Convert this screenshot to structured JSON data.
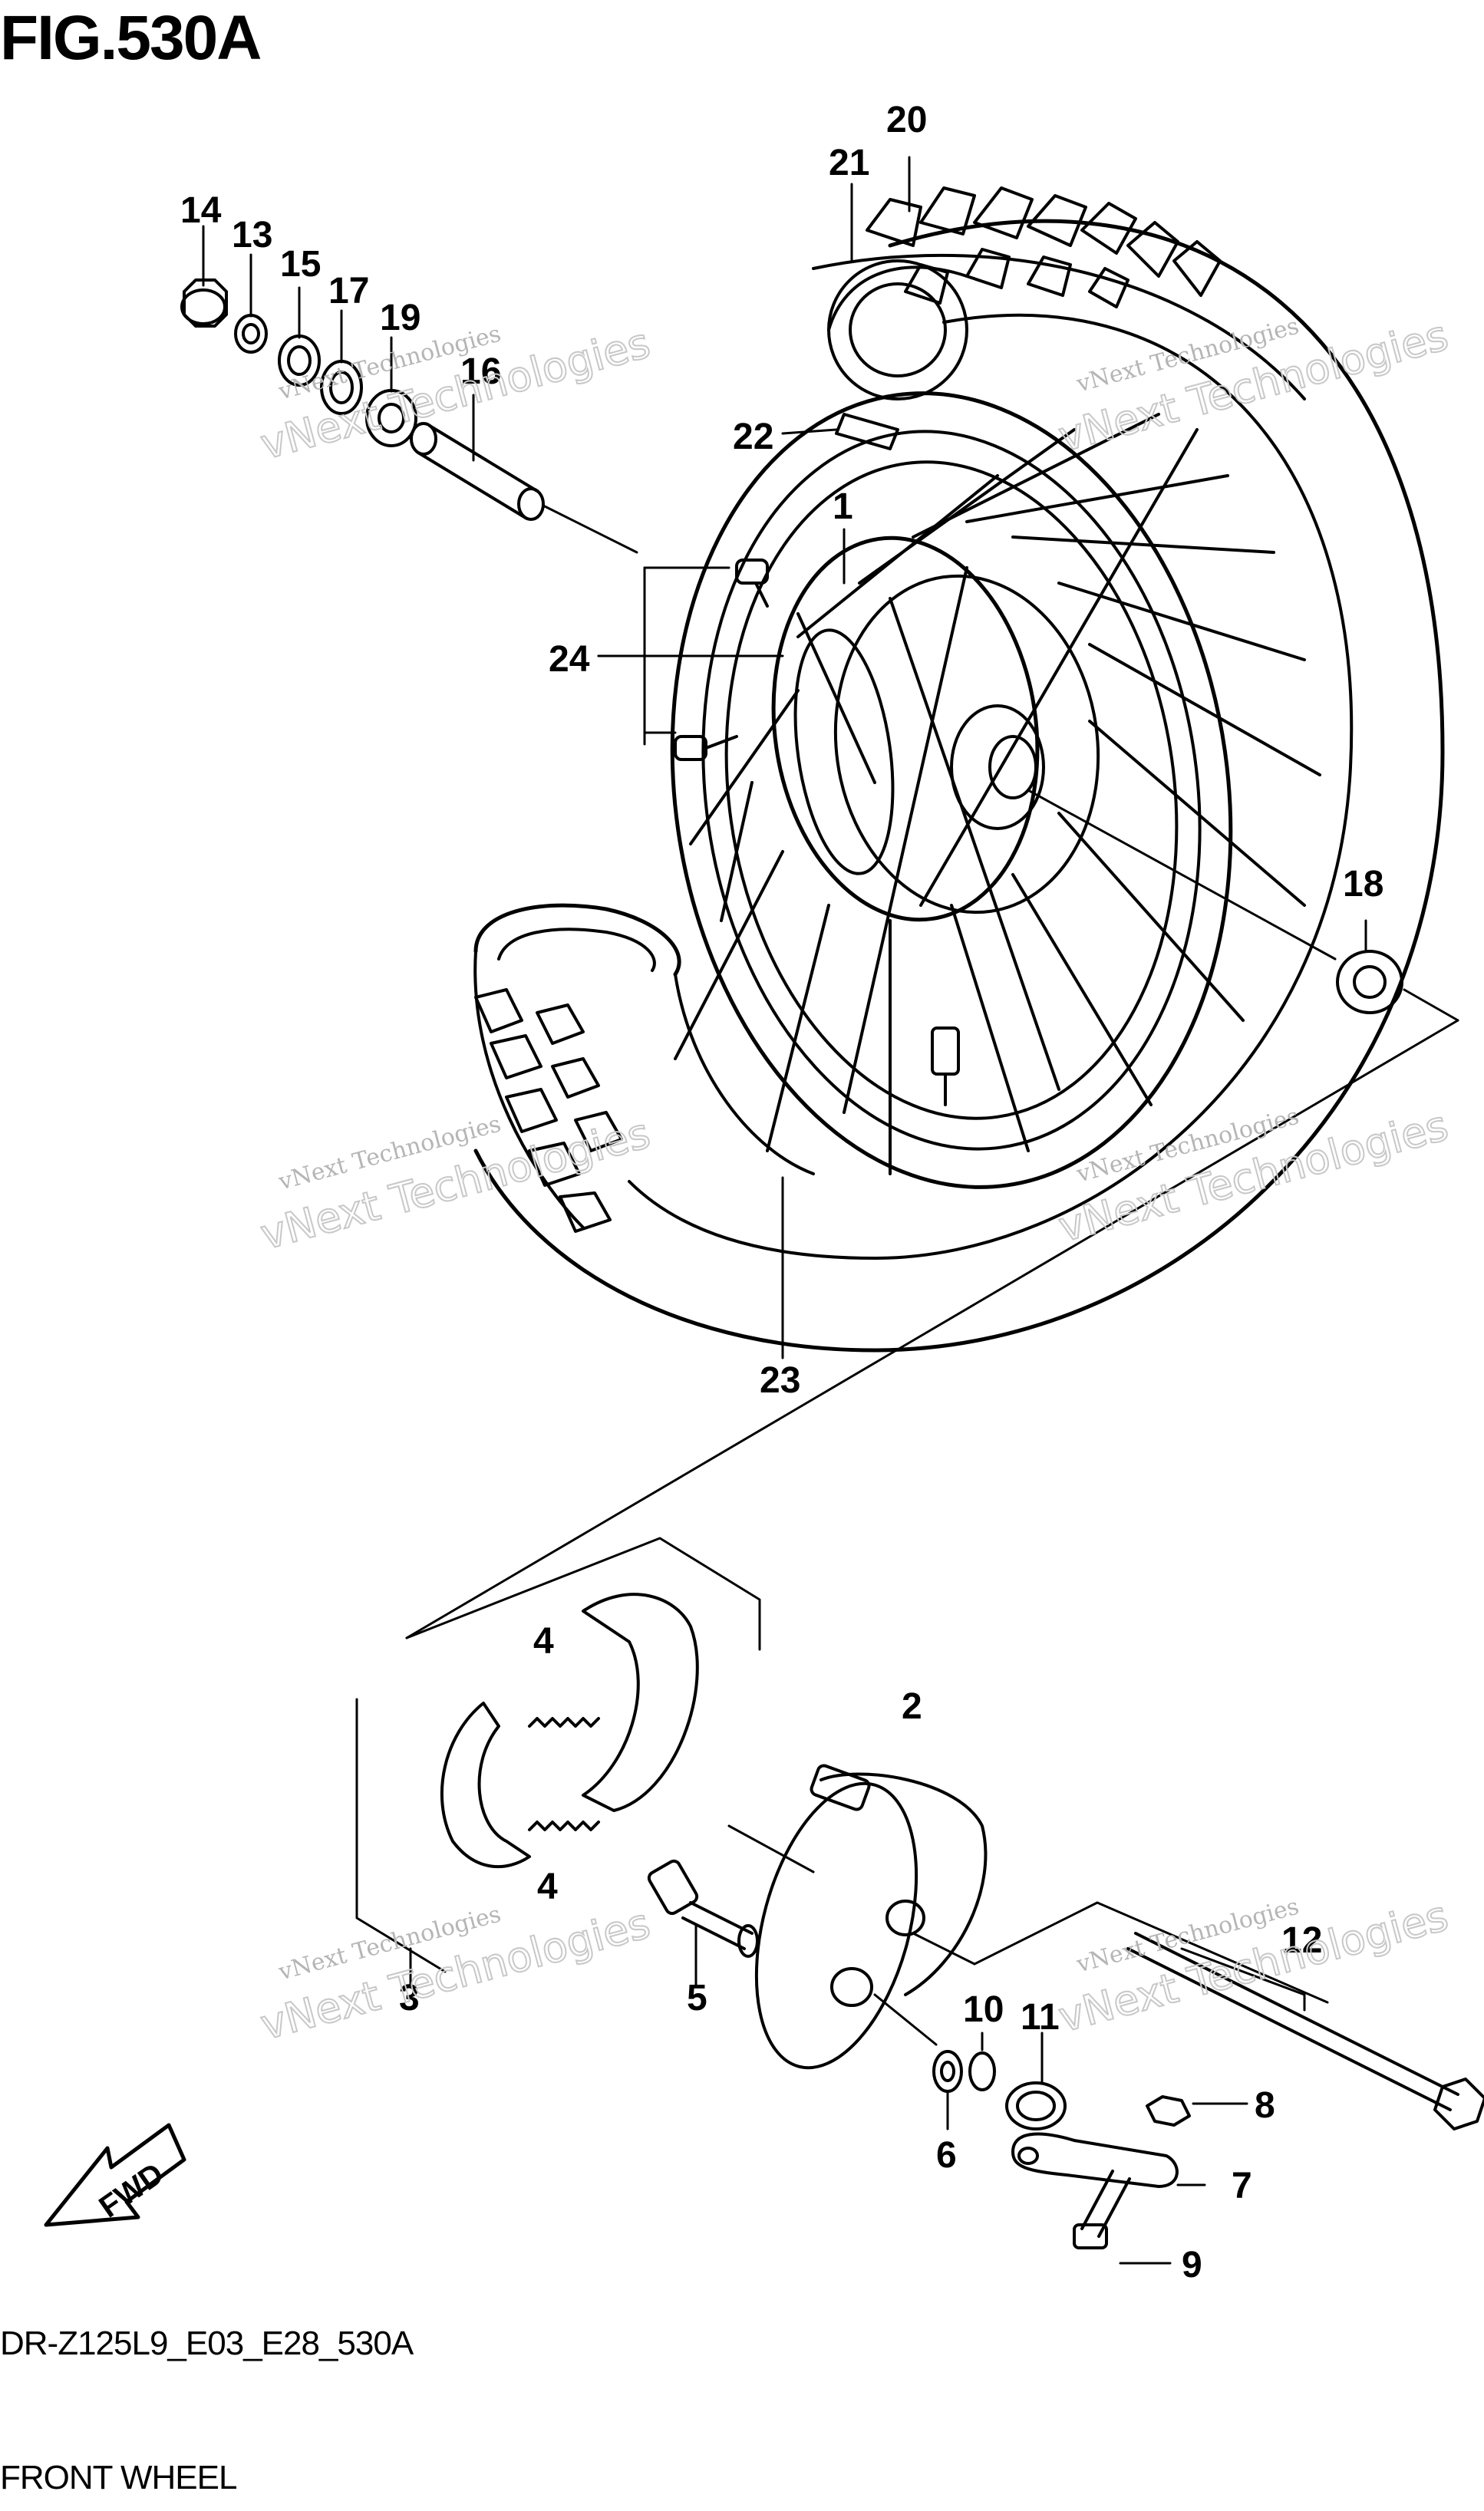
{
  "figure": {
    "title": "FIG.530A",
    "code": "DR-Z125L9_E03_E28_530A",
    "name": "FRONT WHEEL"
  },
  "callouts": {
    "p1": "1",
    "p2": "2",
    "p3": "3",
    "p4a": "4",
    "p4b": "4",
    "p5": "5",
    "p6": "6",
    "p7": "7",
    "p8": "8",
    "p9": "9",
    "p10": "10",
    "p11": "11",
    "p12": "12",
    "p13": "13",
    "p14": "14",
    "p15": "15",
    "p16": "16",
    "p17": "17",
    "p18": "18",
    "p19": "19",
    "p20": "20",
    "p21": "21",
    "p22": "22",
    "p23": "23",
    "p24": "24"
  },
  "fwd_label": "FWD",
  "watermark": {
    "line1": "vNext Technologies",
    "line2": "vNext Technologies"
  }
}
